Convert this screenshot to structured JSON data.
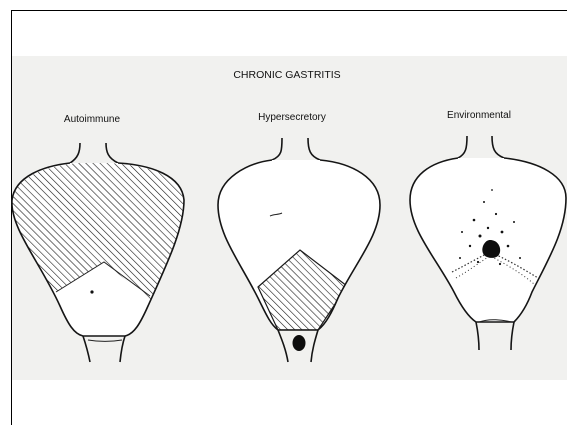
{
  "slide": {
    "title": "CHRONIC GASTRITIS",
    "panels": [
      {
        "label": "Autoimmune"
      },
      {
        "label": "Hypersecretory"
      },
      {
        "label": "Environmental"
      }
    ]
  },
  "colors": {
    "background": "#f1f1ef",
    "ink": "#151515",
    "frame": "#000000"
  }
}
